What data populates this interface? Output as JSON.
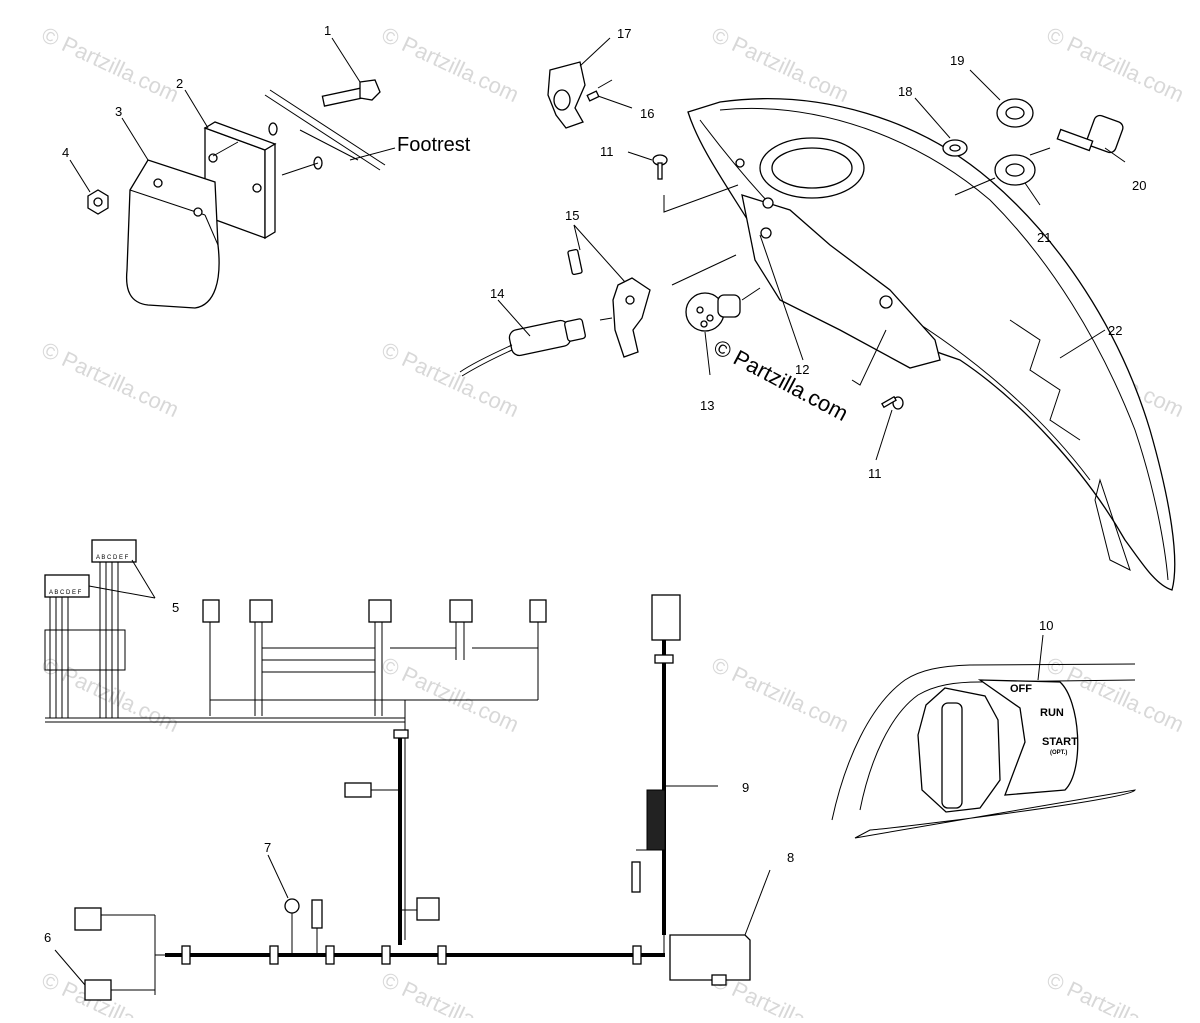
{
  "watermark": "© Partzilla.com",
  "labels": {
    "footrest": "Footrest",
    "dial_off": "OFF",
    "dial_run": "RUN",
    "dial_start": "START",
    "dial_opt": "(OPT.)",
    "connector_pins": "A B C D E F"
  },
  "callouts": {
    "c1": "1",
    "c2": "2",
    "c3": "3",
    "c4": "4",
    "c5": "5",
    "c6": "6",
    "c7": "7",
    "c8": "8",
    "c9": "9",
    "c10": "10",
    "c11a": "11",
    "c11b": "11",
    "c12": "12",
    "c13": "13",
    "c14": "14",
    "c15": "15",
    "c16": "16",
    "c17": "17",
    "c18": "18",
    "c19": "19",
    "c20": "20",
    "c21": "21",
    "c22": "22"
  }
}
